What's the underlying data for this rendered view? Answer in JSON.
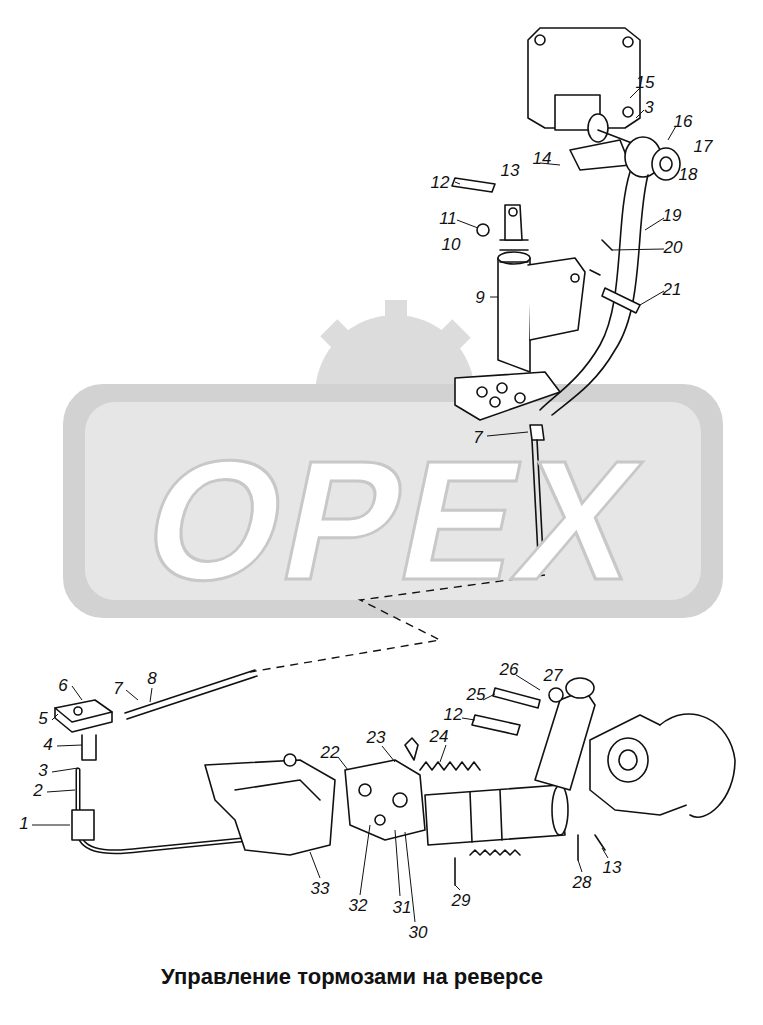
{
  "diagram": {
    "caption": "Управление тормозами на реверсе",
    "labels": [
      "ОРЕХ",
      "15",
      "3",
      "16",
      "17",
      "18",
      "14",
      "13",
      "12",
      "11",
      "10",
      "19",
      "20",
      "9",
      "21",
      "7",
      "6",
      "7",
      "8",
      "5",
      "4",
      "3",
      "2",
      "1",
      "22",
      "23",
      "24",
      "26",
      "27",
      "25",
      "12",
      "28",
      "13",
      "29",
      "30",
      "31",
      "32",
      "33"
    ]
  }
}
